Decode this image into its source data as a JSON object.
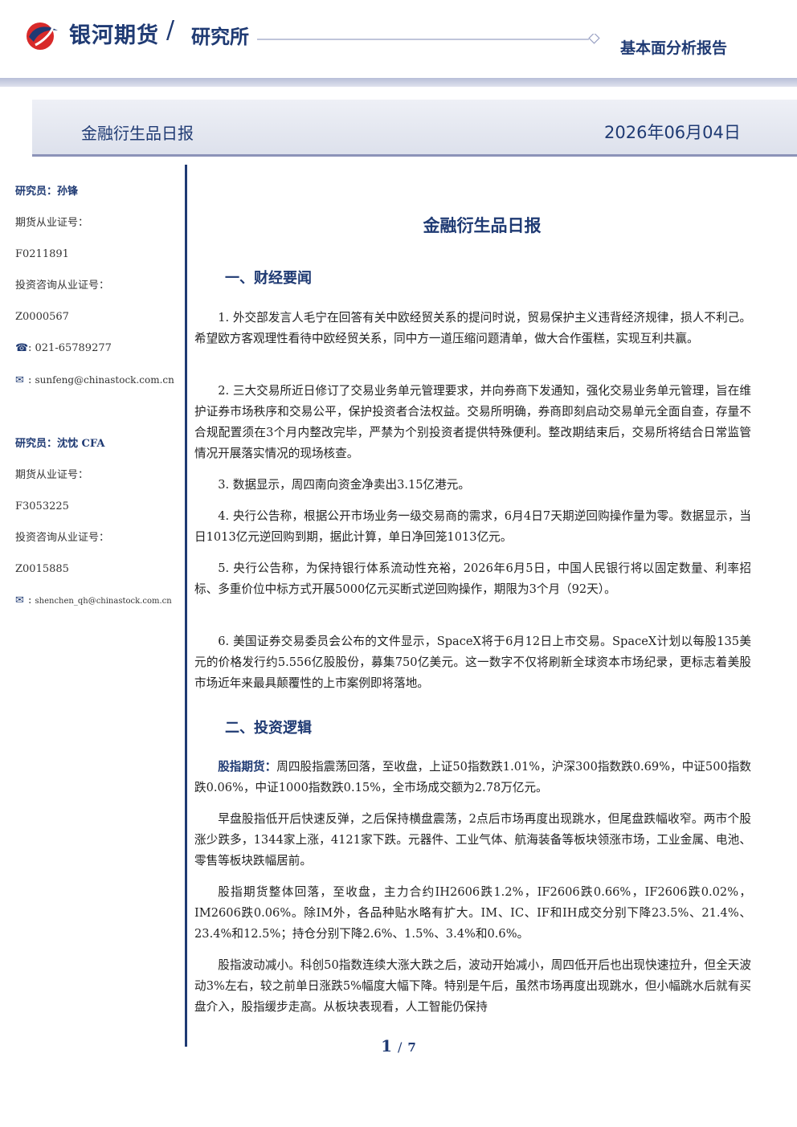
{
  "header": {
    "brand": "银河期货",
    "separator": "/",
    "brand_sub": "研究所",
    "report_type": "基本面分析报告",
    "banner_title": "金融衍生品日报",
    "banner_date": "2026年06月04日"
  },
  "sidebar": {
    "researcher1": {
      "name": "研究员：孙锋",
      "futures_label": "期货从业证号：",
      "futures_id": "F0211891",
      "consult_label": "投资咨询从业证号：",
      "consult_id": "Z0000567",
      "phone": "021-65789277",
      "email": "sunfeng@chinastock.com.cn"
    },
    "researcher2": {
      "name": "研究员：沈忱 CFA",
      "futures_label": "期货从业证号：",
      "futures_id": "F3053225",
      "consult_label": "投资咨询从业证号：",
      "consult_id": "Z0015885",
      "email": "shenchen_qh@chinastock.com.cn"
    }
  },
  "main": {
    "title": "金融衍生品日报",
    "section1": "一、财经要闻",
    "news": [
      "1. 外交部发言人毛宁在回答有关中欧经贸关系的提问时说，贸易保护主义违背经济规律，损人不利己。希望欧方客观理性看待中欧经贸关系，同中方一道压缩问题清单，做大合作蛋糕，实现互利共赢。",
      "2. 三大交易所近日修订了交易业务单元管理要求，并向券商下发通知，强化交易业务单元管理，旨在维护证券市场秩序和交易公平，保护投资者合法权益。交易所明确，券商即刻启动交易单元全面自查，存量不合规配置须在3个月内整改完毕，严禁为个别投资者提供特殊便利。整改期结束后，交易所将结合日常监管情况开展落实情况的现场核查。",
      "3. 数据显示，周四南向资金净卖出3.15亿港元。",
      "4. 央行公告称，根据公开市场业务一级交易商的需求，6月4日7天期逆回购操作量为零。数据显示，当日1013亿元逆回购到期，据此计算，单日净回笼1013亿元。",
      "5. 央行公告称，为保持银行体系流动性充裕，2026年6月5日，中国人民银行将以固定数量、利率招标、多重价位中标方式开展5000亿元买断式逆回购操作，期限为3个月（92天）。",
      "6. 美国证券交易委员会公布的文件显示，SpaceX将于6月12日上市交易。SpaceX计划以每股135美元的价格发行约5.556亿股股份，募集750亿美元。这一数字不仅将刷新全球资本市场纪录，更标志着美股市场近年来最具颠覆性的上市案例即将落地。"
    ],
    "section2": "二、投资逻辑",
    "logic_label": "股指期货：",
    "logic_first": "周四股指震荡回落，至收盘，上证50指数跌1.01%，沪深300指数跌0.69%，中证500指数跌0.06%，中证1000指数跌0.15%，全市场成交额为2.78万亿元。",
    "logic": [
      "早盘股指低开后快速反弹，之后保持横盘震荡，2点后市场再度出现跳水，但尾盘跌幅收窄。两市个股涨少跌多，1344家上涨，4121家下跌。元器件、工业气体、航海装备等板块领涨市场，工业金属、电池、零售等板块跌幅居前。",
      "股指期货整体回落，至收盘，主力合约IH2606跌1.2%，IF2606跌0.66%，IF2606跌0.02%，IM2606跌0.06%。除IM外，各品种贴水略有扩大。IM、IC、IF和IH成交分别下降23.5%、21.4%、23.4%和12.5%；持仓分别下降2.6%、1.5%、3.4%和0.6%。",
      "股指波动减小。科创50指数连续大涨大跌之后，波动开始减小，周四低开后也出现快速拉升，但全天波动3%左右，较之前单日涨跌5%幅度大幅下降。特别是午后，虽然市场再度出现跳水，但小幅跳水后就有买盘介入，股指缓步走高。从板块表现看，人工智能仍保持"
    ]
  },
  "footer": {
    "page_current": "1",
    "page_sep": "/",
    "page_total": "7"
  }
}
